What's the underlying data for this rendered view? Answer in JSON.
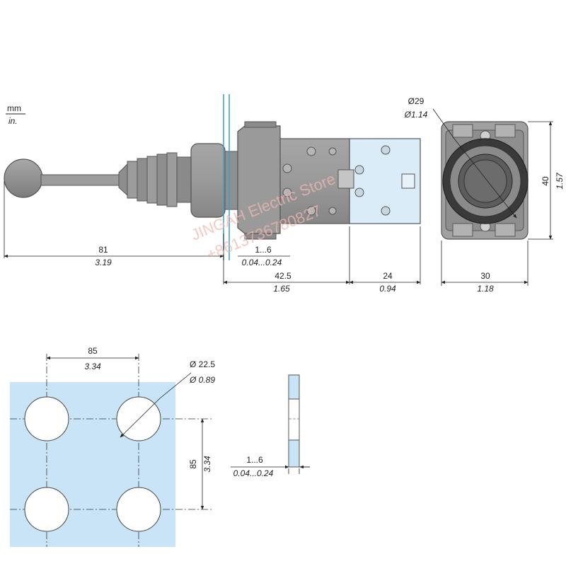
{
  "units": {
    "top": "mm",
    "bottom": "in."
  },
  "top_view": {
    "dim_total": {
      "mm": "81",
      "in": "3.19"
    },
    "dim_panel": {
      "mm": "1...6",
      "in": "0.04...0.24"
    },
    "dim_body": {
      "mm": "42.5",
      "in": "1.65"
    },
    "dim_block": {
      "mm": "24",
      "in": "0.94"
    }
  },
  "front_view": {
    "dim_diameter": {
      "mm": "Ø29",
      "in": "Ø1.14"
    },
    "dim_height": {
      "mm": "40",
      "in": "1.57"
    },
    "dim_width": {
      "mm": "30",
      "in": "1.18"
    }
  },
  "panel_cutout": {
    "dim_hspacing": {
      "mm": "85",
      "in": "3.34"
    },
    "dim_hole": {
      "mm": "Ø 22.5",
      "in": "Ø 0.89"
    },
    "dim_vspacing": {
      "mm": "85",
      "in": "3.34"
    },
    "dim_thickness": {
      "mm": "1...6",
      "in": "0.04...0.24"
    }
  },
  "watermark": {
    "line1": "JINGAH Electric Store",
    "line2": "+8613736780827"
  },
  "colors": {
    "panel": "#c6e2f4",
    "cutout_bg": "#c8e4f6",
    "panel_line": "#3aa0c8",
    "body": "#9a9a9a",
    "body_dark": "#7d7d7d"
  }
}
